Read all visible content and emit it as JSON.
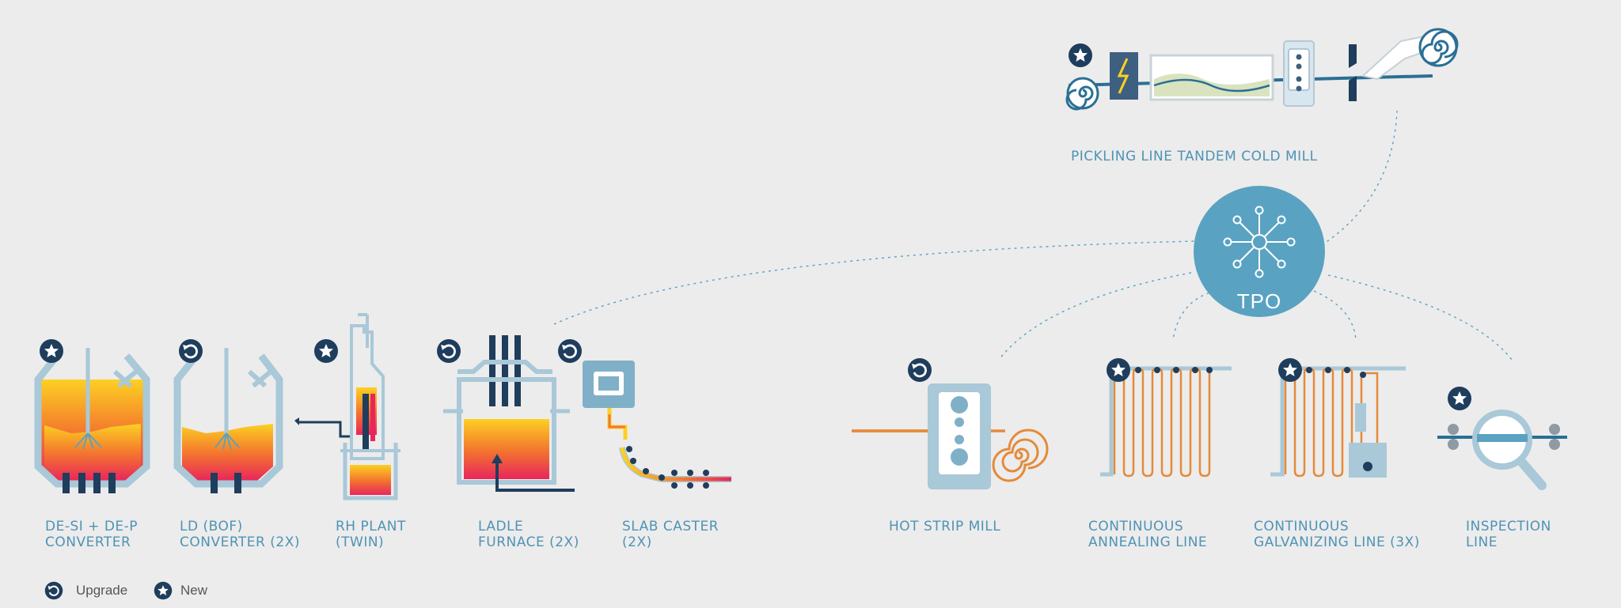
{
  "colors": {
    "background": "#ececec",
    "accent_blue": "#5aa2c2",
    "navy": "#1f3d5c",
    "label_blue": "#4f93b5",
    "molten_hot": "#e8265b",
    "molten_warm": "#fcd023",
    "strip_orange": "#e58a3a"
  },
  "hub": {
    "label": "TPO",
    "icon": "network-hub-icon"
  },
  "top_process": {
    "label": "PICKLING LINE TANDEM COLD MILL",
    "status": "new"
  },
  "processes": [
    {
      "id": "desi",
      "lines": [
        "DE-SI + DE-P",
        "CONVERTER"
      ],
      "status": "new"
    },
    {
      "id": "ld",
      "lines": [
        "LD (BOF)",
        "CONVERTER (2X)"
      ],
      "status": "upgrade"
    },
    {
      "id": "rh",
      "lines": [
        "RH PLANT",
        "(TWIN)"
      ],
      "status": "new"
    },
    {
      "id": "ladle",
      "lines": [
        "LADLE",
        "FURNACE (2X)"
      ],
      "status": "upgrade"
    },
    {
      "id": "slab",
      "lines": [
        "SLAB CASTER",
        "(2X)"
      ],
      "status": "upgrade"
    },
    {
      "id": "hsm",
      "lines": [
        "HOT STRIP MILL"
      ],
      "status": "upgrade"
    },
    {
      "id": "cal",
      "lines": [
        "CONTINUOUS",
        "ANNEALING LINE"
      ],
      "status": "new"
    },
    {
      "id": "cgl",
      "lines": [
        "CONTINUOUS",
        "GALVANIZING LINE (3X)"
      ],
      "status": "new"
    },
    {
      "id": "insp",
      "lines": [
        "INSPECTION",
        "LINE"
      ],
      "status": "new"
    }
  ],
  "legend": [
    {
      "icon": "upgrade-icon",
      "label": "Upgrade"
    },
    {
      "icon": "new-star-icon",
      "label": "New"
    }
  ]
}
